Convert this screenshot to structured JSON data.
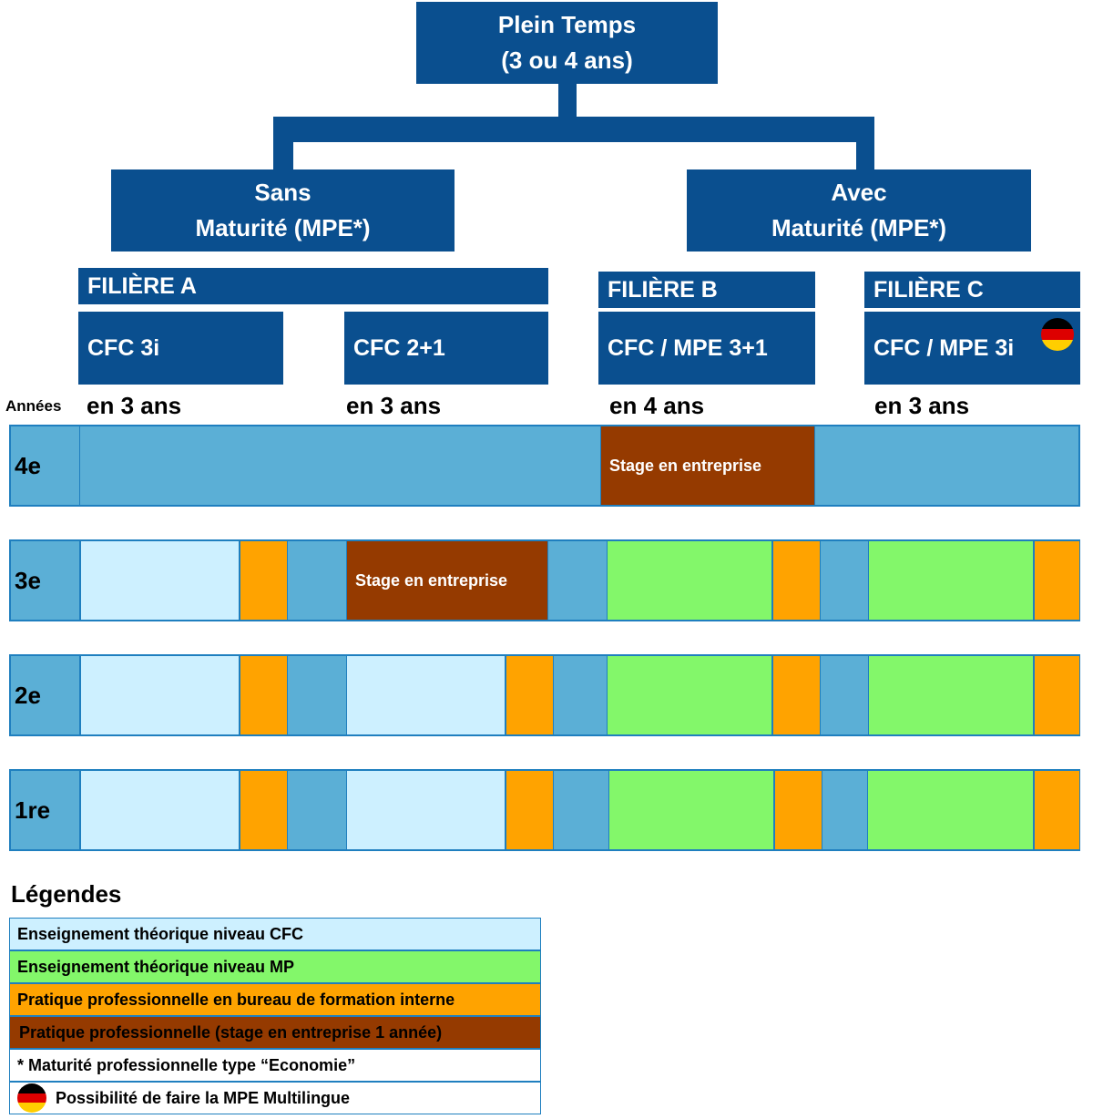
{
  "root": {
    "line1": "Plein Temps",
    "line2": "(3 ou 4 ans)"
  },
  "sans": {
    "line1": "Sans",
    "line2": "Maturité (MPE*)"
  },
  "avec": {
    "line1": "Avec",
    "line2": "Maturité (MPE*)"
  },
  "filieres": {
    "a": "FILIÈRE A",
    "b": "FILIÈRE B",
    "c": "FILIÈRE C"
  },
  "programs": {
    "cfc3i": "CFC 3i",
    "cfc21": "CFC 2+1",
    "mpe31": "CFC / MPE 3+1",
    "mpe3i": "CFC / MPE 3i"
  },
  "years_label": "Années",
  "durations": {
    "cfc3i": "en 3 ans",
    "cfc21": "en 3 ans",
    "mpe31": "en 4 ans",
    "mpe3i": "en 3 ans"
  },
  "rows": {
    "y4": "4e",
    "y3": "3e",
    "y2": "2e",
    "y1": "1re"
  },
  "stage_label": "Stage en entreprise",
  "legend": {
    "title": "Légendes",
    "cfc": "Enseignement théorique niveau CFC",
    "mp": "Enseignement théorique niveau MP",
    "interne": "Pratique professionnelle en bureau de formation interne",
    "stage": "Pratique professionnelle (stage en entreprise 1 année)",
    "note": "* Maturité professionnelle type “Economie”",
    "multilingue": "Possibilité de faire la MPE Multilingue"
  },
  "colors": {
    "navy": "#0a4f8f",
    "light_blue": "#cdf0ff",
    "green": "#83f76a",
    "orange": "#ffa300",
    "brown": "#953a00",
    "mid_blue": "#5bafd6"
  }
}
